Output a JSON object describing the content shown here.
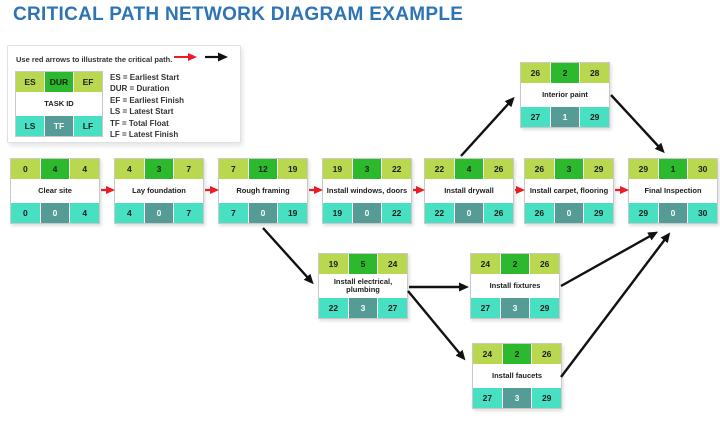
{
  "title": "CRITICAL PATH NETWORK DIAGRAM EXAMPLE",
  "legend": {
    "note": "Use red arrows to illustrate the critical path.",
    "sample": {
      "es": "ES",
      "dur": "DUR",
      "ef": "EF",
      "task": "TASK ID",
      "ls": "LS",
      "tf": "TF",
      "lf": "LF"
    },
    "definitions": [
      "ES = Earliest Start",
      "DUR = Duration",
      "EF = Earliest Finish",
      "LS = Latest Start",
      "TF = Total Float",
      "LF = Latest Finish"
    ]
  },
  "colors": {
    "title_blue": "#2E74B5",
    "earliest_cell_green": "#b9d850",
    "duration_cell_green": "#2db92d",
    "latest_cell_turquoise": "#47e0c3",
    "total_float_cell_teal": "#549c95",
    "critical_arrow_red": "#ec1c24",
    "normal_arrow_black": "#111111"
  },
  "nodes": [
    {
      "id": "clear-site",
      "name": "Clear site",
      "es": 0,
      "dur": 4,
      "ef": 4,
      "ls": 0,
      "tf": 0,
      "lf": 4
    },
    {
      "id": "lay-foundation",
      "name": "Lay foundation",
      "es": 4,
      "dur": 3,
      "ef": 7,
      "ls": 4,
      "tf": 0,
      "lf": 7
    },
    {
      "id": "rough-framing",
      "name": "Rough framing",
      "es": 7,
      "dur": 12,
      "ef": 19,
      "ls": 7,
      "tf": 0,
      "lf": 19
    },
    {
      "id": "install-windows",
      "name": "Install windows, doors",
      "es": 19,
      "dur": 3,
      "ef": 22,
      "ls": 19,
      "tf": 0,
      "lf": 22
    },
    {
      "id": "install-drywall",
      "name": "Install drywall",
      "es": 22,
      "dur": 4,
      "ef": 26,
      "ls": 22,
      "tf": 0,
      "lf": 26
    },
    {
      "id": "install-carpet",
      "name": "Install carpet, flooring",
      "es": 26,
      "dur": 3,
      "ef": 29,
      "ls": 26,
      "tf": 0,
      "lf": 29
    },
    {
      "id": "final-inspection",
      "name": "Final Inspection",
      "es": 29,
      "dur": 1,
      "ef": 30,
      "ls": 29,
      "tf": 0,
      "lf": 30
    },
    {
      "id": "interior-paint",
      "name": "Interior paint",
      "es": 26,
      "dur": 2,
      "ef": 28,
      "ls": 27,
      "tf": 1,
      "lf": 29
    },
    {
      "id": "install-electrical",
      "name": "Install electrical, plumbing",
      "es": 19,
      "dur": 5,
      "ef": 24,
      "ls": 22,
      "tf": 3,
      "lf": 27
    },
    {
      "id": "install-fixtures",
      "name": "Install fixtures",
      "es": 24,
      "dur": 2,
      "ef": 26,
      "ls": 27,
      "tf": 3,
      "lf": 29
    },
    {
      "id": "install-faucets",
      "name": "Install faucets",
      "es": 24,
      "dur": 2,
      "ef": 26,
      "ls": 27,
      "tf": 3,
      "lf": 29
    }
  ],
  "edges": [
    {
      "from": "clear-site",
      "to": "lay-foundation",
      "type": "critical"
    },
    {
      "from": "lay-foundation",
      "to": "rough-framing",
      "type": "critical"
    },
    {
      "from": "rough-framing",
      "to": "install-windows",
      "type": "critical"
    },
    {
      "from": "install-windows",
      "to": "install-drywall",
      "type": "critical"
    },
    {
      "from": "install-drywall",
      "to": "install-carpet",
      "type": "critical"
    },
    {
      "from": "install-carpet",
      "to": "final-inspection",
      "type": "critical"
    },
    {
      "from": "install-drywall",
      "to": "interior-paint",
      "type": "normal"
    },
    {
      "from": "interior-paint",
      "to": "final-inspection",
      "type": "normal"
    },
    {
      "from": "rough-framing",
      "to": "install-electrical",
      "type": "normal"
    },
    {
      "from": "install-electrical",
      "to": "install-fixtures",
      "type": "normal"
    },
    {
      "from": "install-electrical",
      "to": "install-faucets",
      "type": "normal"
    },
    {
      "from": "install-fixtures",
      "to": "final-inspection",
      "type": "normal"
    },
    {
      "from": "install-faucets",
      "to": "final-inspection",
      "type": "normal"
    }
  ]
}
